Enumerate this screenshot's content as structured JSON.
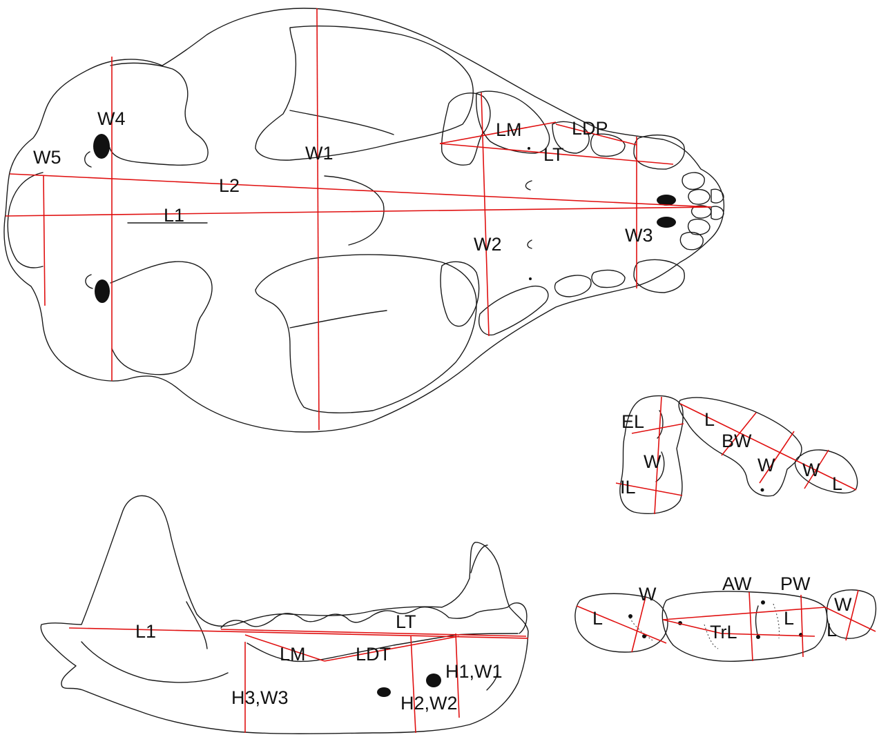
{
  "skull_ventral": {
    "labels": {
      "W4": "W4",
      "W5": "W5",
      "W1": "W1",
      "L2": "L2",
      "L1": "L1",
      "LM": "LM",
      "LDP": "LDP",
      "LT": "LT",
      "W2": "W2",
      "W3": "W3"
    }
  },
  "upper_teeth": {
    "labels": {
      "EL": "EL",
      "W_molar": "W",
      "IL": "IL",
      "L_p4": "L",
      "BW": "BW",
      "W_p4": "W",
      "W_p3": "W",
      "L_p3": "L"
    }
  },
  "mandible": {
    "labels": {
      "L1": "L1",
      "LT": "LT",
      "LM": "LM",
      "LDT": "LDT",
      "H1W1": "H1,W1",
      "H2W2": "H2,W2",
      "H3W3": "H3,W3"
    }
  },
  "lower_teeth": {
    "labels": {
      "W_m2": "W",
      "L_m2": "L",
      "AW": "AW",
      "PW": "PW",
      "TrL": "TrL",
      "L_m1": "L",
      "W_p4": "W",
      "L_p4": "L"
    }
  },
  "colors": {
    "measurement_line": "#e01010",
    "outline": "#1a1a1a"
  }
}
